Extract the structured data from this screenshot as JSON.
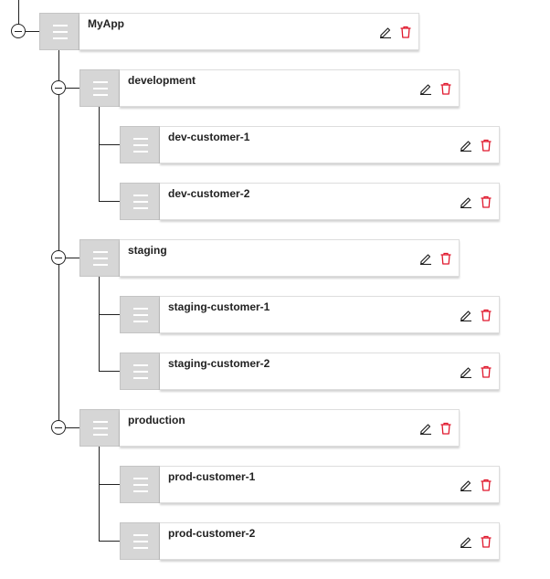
{
  "tree": {
    "nodes": [
      {
        "title": "MyApp",
        "level": 0
      },
      {
        "title": "development",
        "level": 1
      },
      {
        "title": "dev-customer-1",
        "level": 2
      },
      {
        "title": "dev-customer-2",
        "level": 2
      },
      {
        "title": "staging",
        "level": 1
      },
      {
        "title": "staging-customer-1",
        "level": 2
      },
      {
        "title": "staging-customer-2",
        "level": 2
      },
      {
        "title": "production",
        "level": 1
      },
      {
        "title": "prod-customer-1",
        "level": 2
      },
      {
        "title": "prod-customer-2",
        "level": 2
      }
    ],
    "icons": {
      "collapse": "minus-circle-icon",
      "drag": "drag-handle-icon",
      "edit": "pencil-icon",
      "delete": "trash-icon"
    },
    "colors": {
      "line": "#222222",
      "handle_bg": "#d6d6d6",
      "delete": "#e0182d",
      "text": "#222222"
    }
  }
}
